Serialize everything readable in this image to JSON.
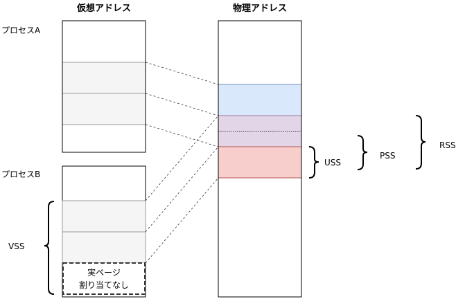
{
  "headers": {
    "virtual": "仮想アドレス",
    "physical": "物理アドレス"
  },
  "processes": {
    "a": "プロセスA",
    "b": "プロセスB"
  },
  "unallocated": {
    "line1": "実ページ",
    "line2": "割り当てなし"
  },
  "metrics": {
    "vss": "VSS",
    "uss": "USS",
    "pss": "PSS",
    "rss": "RSS"
  },
  "colors": {
    "shared_a": "#dae8fc",
    "shared_ab": "#e1d5e7",
    "private": "#f8cecc",
    "page": "#f5f5f5"
  }
}
